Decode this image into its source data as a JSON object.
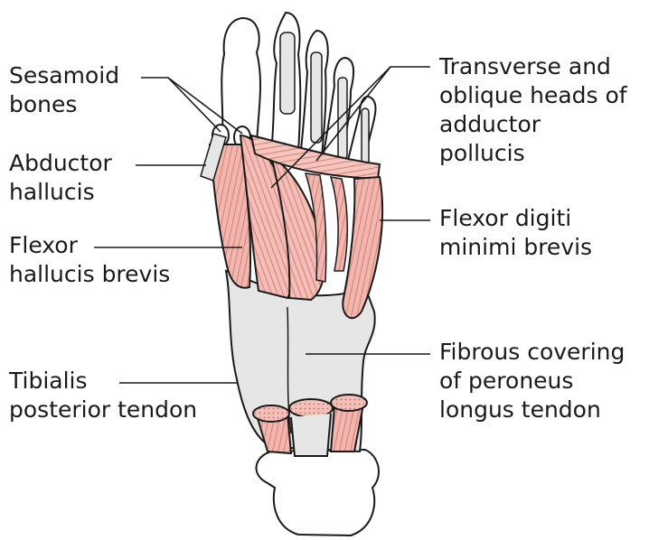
{
  "colors": {
    "muscle": "#f2b6ae",
    "muscle_light": "#f9d3cd",
    "fiber": "#c97b75",
    "tendon": "#e6e6e6",
    "bone": "#ffffff",
    "outline": "#1a1a1a"
  },
  "labels": {
    "sesamoid": [
      "Sesamoid",
      "bones"
    ],
    "abductor": [
      "Abductor",
      "hallucis"
    ],
    "flexor_hallucis": [
      "Flexor",
      "hallucis brevis"
    ],
    "tibialis": [
      "Tibialis",
      "posterior tendon"
    ],
    "adductor": [
      "Transverse and",
      "oblique heads of",
      "adductor",
      "pollucis"
    ],
    "flexor_digiti": [
      "Flexor digiti",
      "minimi brevis"
    ],
    "fibrous": [
      "Fibrous covering",
      "of peroneus",
      "longus tendon"
    ]
  }
}
